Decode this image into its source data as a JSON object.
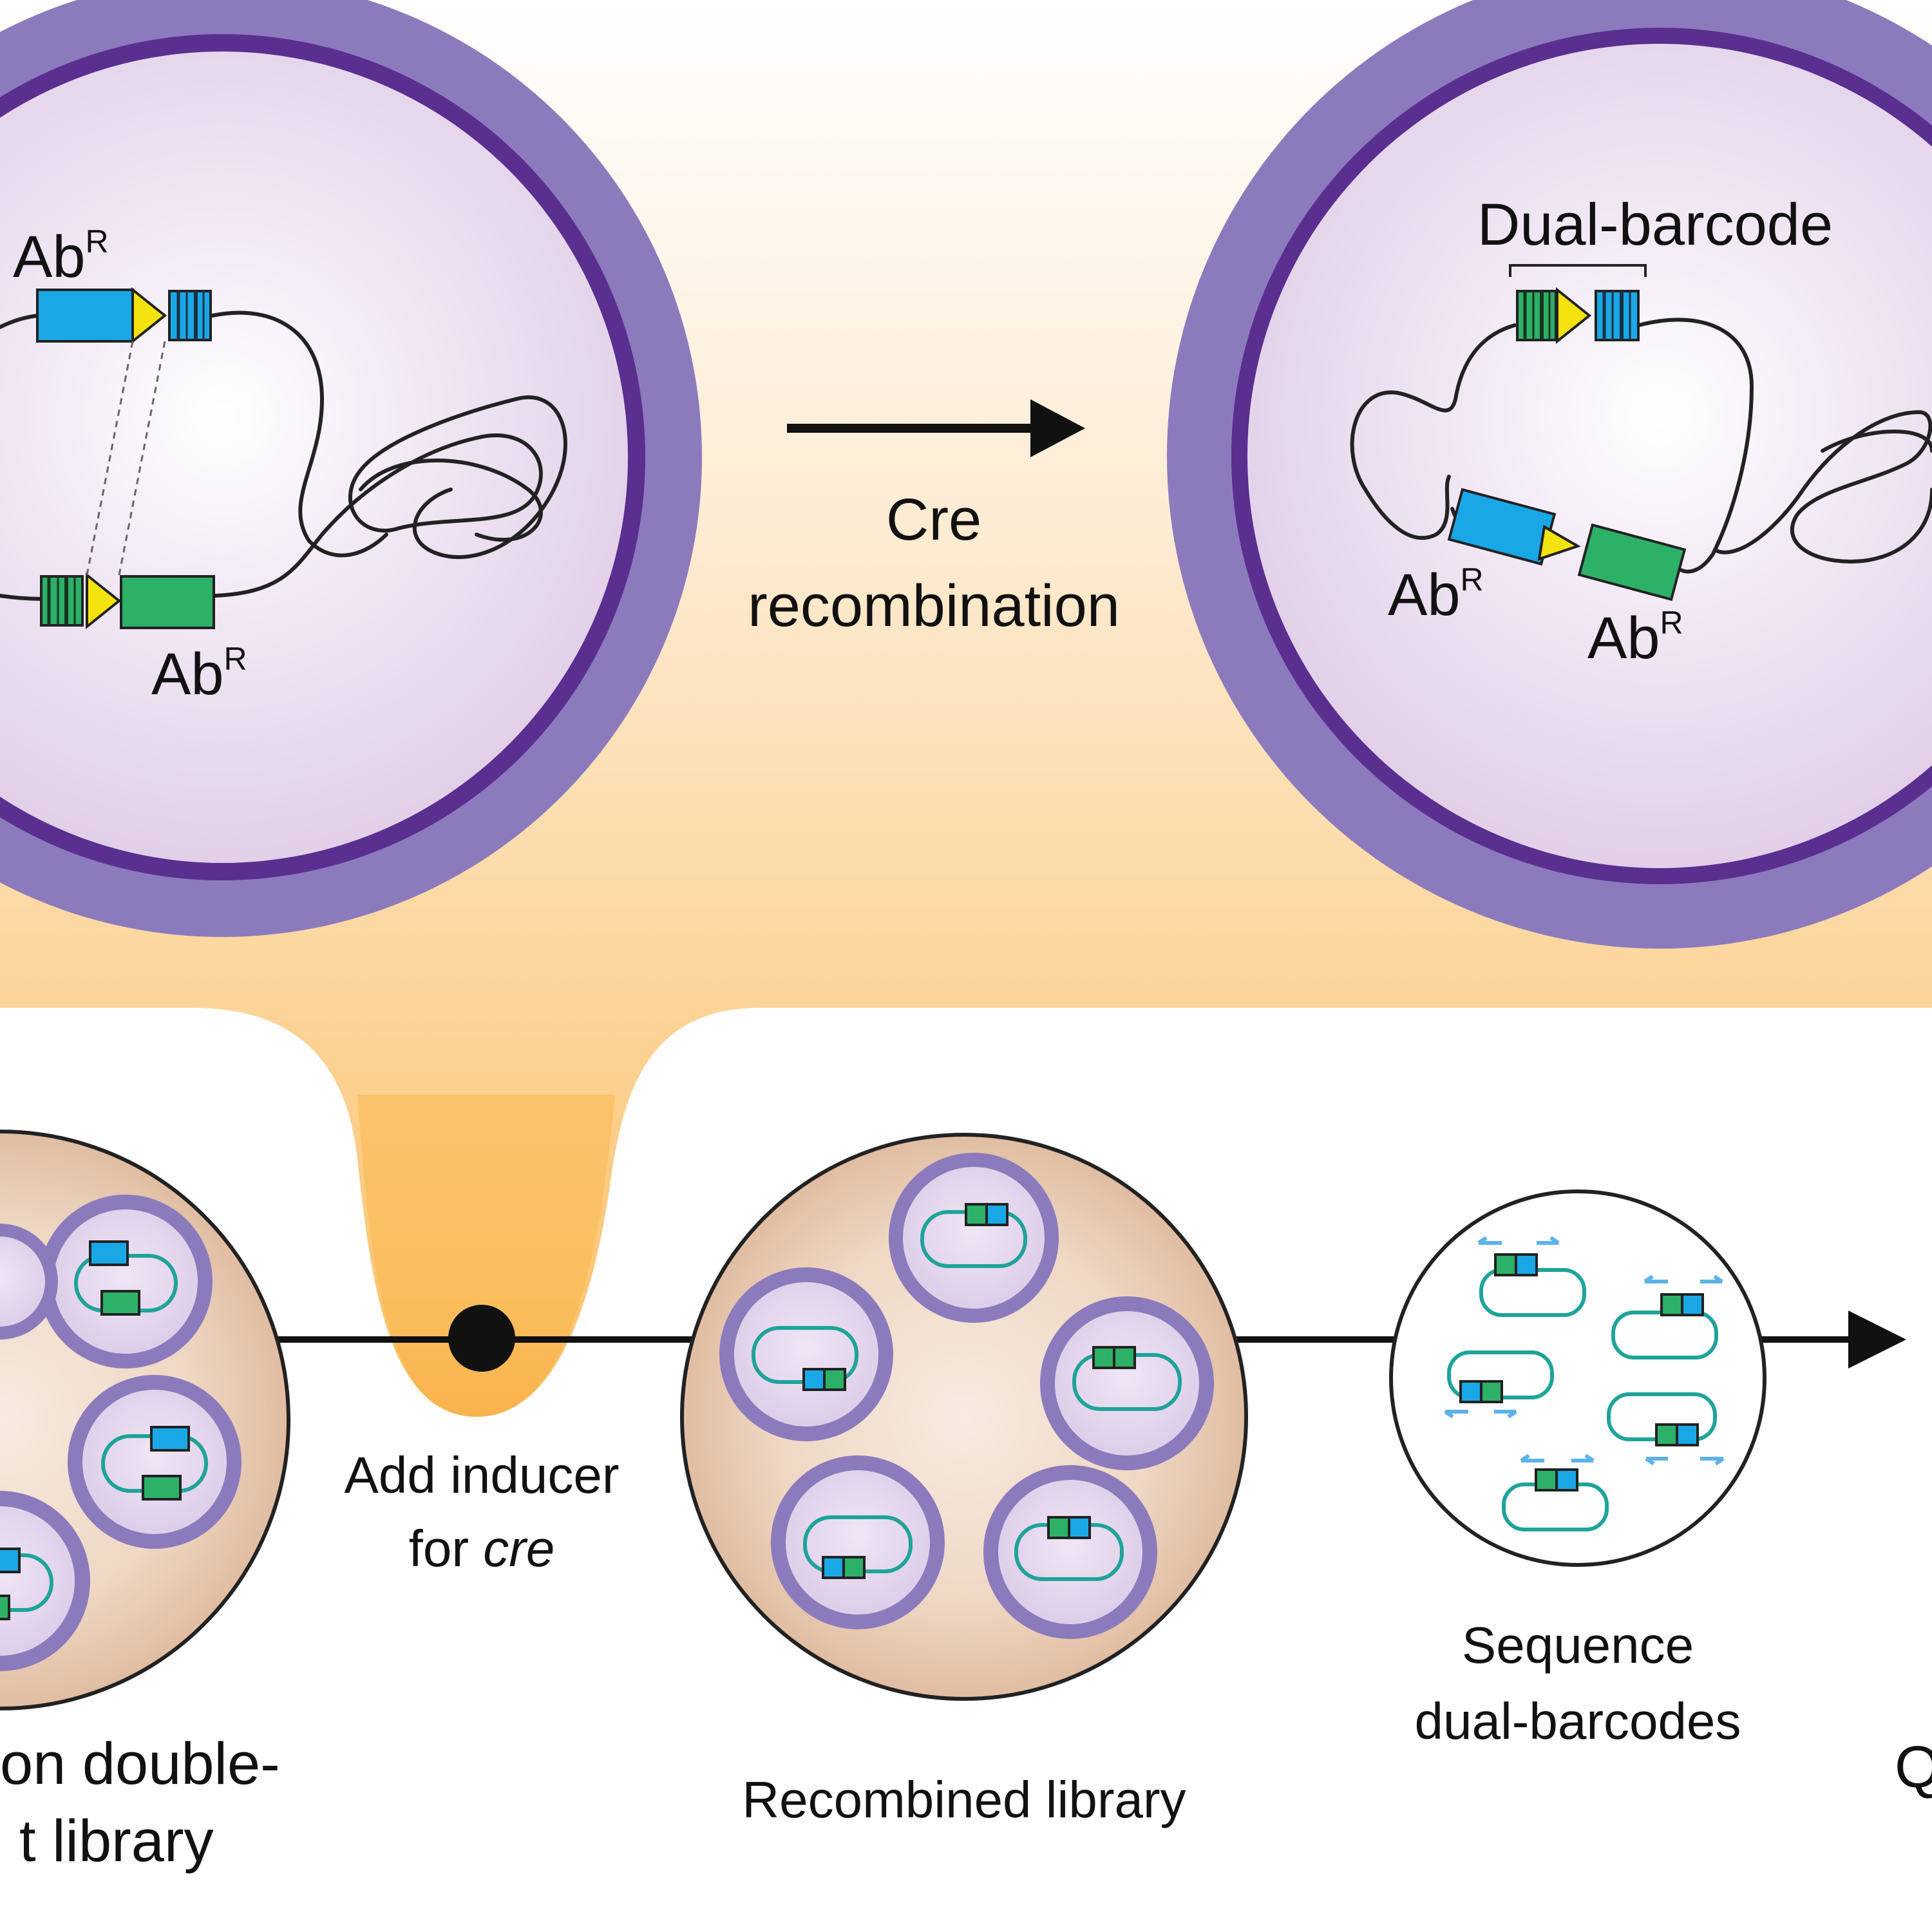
{
  "colors": {
    "cell_wall": "#8b7bbd",
    "cell_membrane": "#5a2f90",
    "cytoplasm": "#e6d9ee",
    "background_band": "#fbc066",
    "library_fill": "#e8cdb4",
    "abr_blue": "#1aa7e6",
    "abr_green": "#2db068",
    "lox_site": "#f4e20f",
    "plasmid": "#1fa39a",
    "primer": "#5db3e8"
  },
  "icons": [
    "cell-icon",
    "chromosome-icon",
    "arrow-right-icon",
    "plasmid-icon",
    "primer-icon"
  ],
  "top": {
    "left_cell": {
      "label_top_main": "Ab",
      "label_top_sup": "R",
      "label_bottom_main": "Ab",
      "label_bottom_sup": "R"
    },
    "arrow": {
      "line1": "Cre",
      "line2": "recombination"
    },
    "right_cell": {
      "bracket_label": "Dual-barcode",
      "label_left_main": "Ab",
      "label_left_sup": "R",
      "label_right_main": "Ab",
      "label_right_sup": "R"
    }
  },
  "bottom": {
    "library1": {
      "line1": "on double-",
      "line2": "t library"
    },
    "inducer": {
      "line1": "Add inducer",
      "line2_prefix": "for ",
      "line2_italic": "cre"
    },
    "library2": {
      "label": "Recombined library"
    },
    "sequence": {
      "line1": "Sequence",
      "line2": "dual-barcodes"
    },
    "next": {
      "label": "Q"
    }
  }
}
